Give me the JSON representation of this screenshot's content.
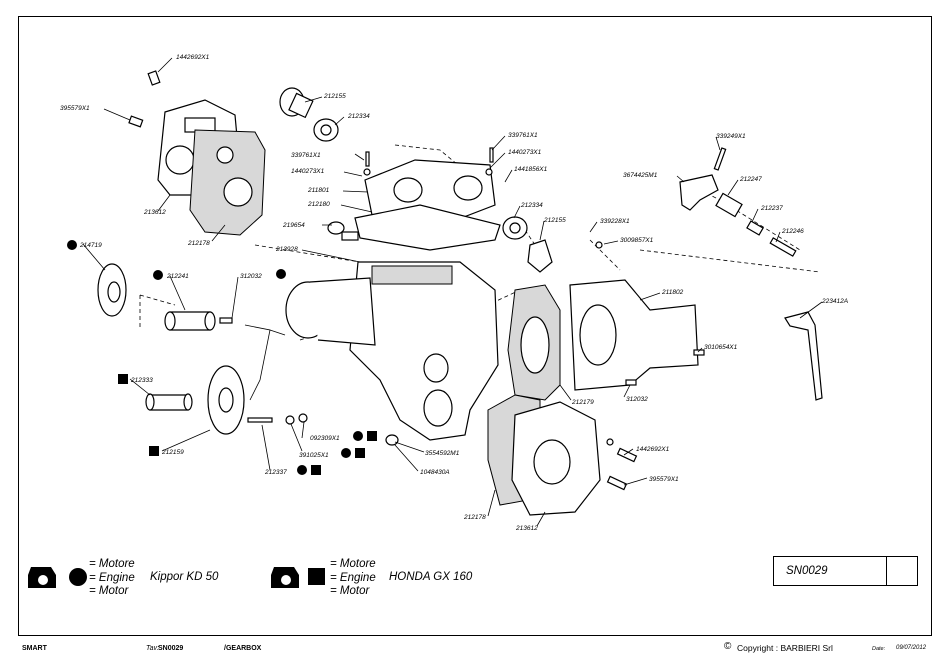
{
  "part_numbers": {
    "p1442692x1_top": "1442692X1",
    "p395579x1_top": "395579X1",
    "p213612_left": "213612",
    "p212178_left": "212178",
    "p212155_top": "212155",
    "p212334_top": "212334",
    "p339761x1_a": "339761X1",
    "p1440273x1_a": "1440273X1",
    "p211801": "211801",
    "p212180": "212180",
    "p339761x1_b": "339761X1",
    "p1440273x1_b": "1440273X1",
    "p1441856x1": "1441856X1",
    "p212334_mid": "212334",
    "p212155_mid": "212155",
    "p339249x1": "339249X1",
    "p3674425m1": "3674425M1",
    "p212247": "212247",
    "p212237": "212237",
    "p212246": "212246",
    "p339228x1": "339228X1",
    "p3009857x1": "3009857X1",
    "p219654": "219654",
    "p213928": "213928",
    "p214719": "214719",
    "p212241": "212241",
    "p312032_left": "312032",
    "p211802": "211802",
    "p223412a": "223412A",
    "p3010654x1": "3010654X1",
    "p212179": "212179",
    "p312032_right": "312032",
    "p212333": "212333",
    "p212159": "212159",
    "p212337": "212337",
    "p092309x1": "092309X1",
    "p391025x1": "391025X1",
    "p3554592m1": "3554592M1",
    "p1048430a": "1048430A",
    "p1442692x1_bot": "1442692X1",
    "p395579x1_bot": "395579X1",
    "p212178_bot": "212178",
    "p213612_bot": "213612"
  },
  "legend": {
    "kipppor": {
      "line1": "= Motore",
      "line2": "= Engine",
      "line3": "= Motor",
      "model": "Kippor KD 50"
    },
    "honda": {
      "line1": "= Motore",
      "line2": "= Engine",
      "line3": "= Motor",
      "model": "HONDA GX 160"
    }
  },
  "code_box": {
    "code": "SN0029"
  },
  "footer": {
    "brand": "SMART",
    "tav_label": "Tav:",
    "tav_value": "SN0029",
    "section": "GEARBOX",
    "copyright": "Copyright : BARBIERI Srl",
    "date_label": "Date:",
    "date_value": "09/07/2012"
  },
  "colors": {
    "ink": "#000000",
    "stipple": "#d8d8d8"
  }
}
